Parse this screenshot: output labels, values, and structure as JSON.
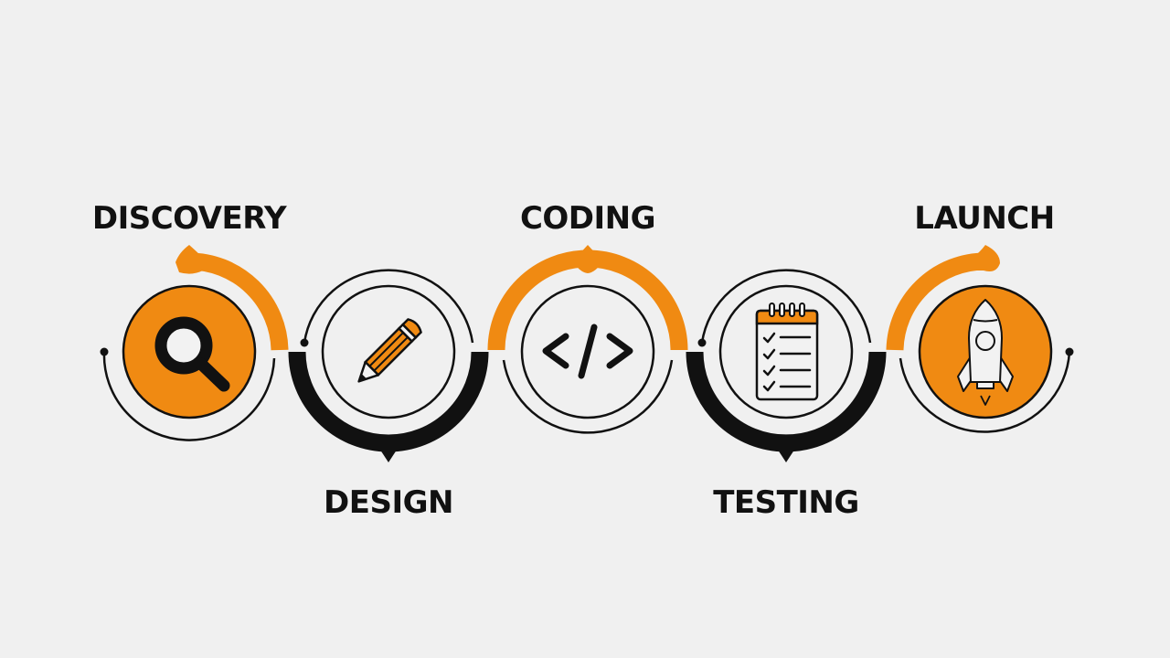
{
  "diagram": {
    "type": "process-timeline",
    "colors": {
      "background": "#f0f0f0",
      "accent": "#f08a12",
      "dark": "#111111",
      "icon_fill_light": "#f2f2f2"
    },
    "steps": [
      {
        "index": 1,
        "label": "DISCOVERY",
        "icon": "magnifying-glass-icon",
        "label_position": "top",
        "arc_color": "orange",
        "filled": true
      },
      {
        "index": 2,
        "label": "DESIGN",
        "icon": "pencil-icon",
        "label_position": "bottom",
        "arc_color": "black",
        "filled": false
      },
      {
        "index": 3,
        "label": "CODING",
        "icon": "code-brackets-icon",
        "label_position": "top",
        "arc_color": "orange",
        "filled": false
      },
      {
        "index": 4,
        "label": "TESTING",
        "icon": "checklist-clipboard-icon",
        "label_position": "bottom",
        "arc_color": "black",
        "filled": false
      },
      {
        "index": 5,
        "label": "LAUNCH",
        "icon": "rocket-icon",
        "label_position": "top",
        "arc_color": "orange",
        "filled": true
      }
    ],
    "code_icon_text": "</>",
    "rocket_exhaust_text": "V"
  }
}
